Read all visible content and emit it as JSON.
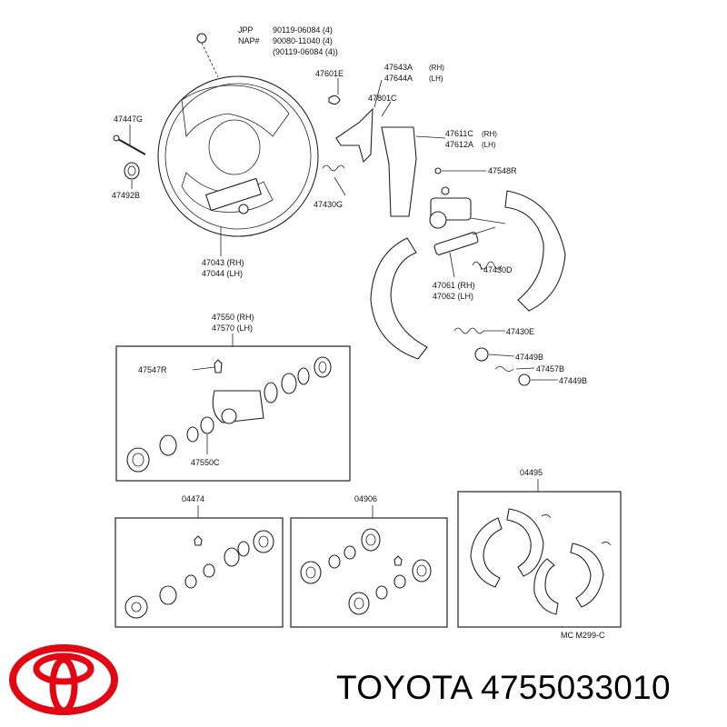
{
  "diagram": {
    "labels": {
      "jpp": "JPP",
      "jpp_num": "90119-06084 (4)",
      "nap": "NAP#",
      "nap_num": "90080-11040 (4)",
      "nap_alt": "(90119-06084 (4))",
      "p47601e": "47601E",
      "p47643a": "47643A",
      "p47643a_side": "(RH)",
      "p47644a": "47644A",
      "p47644a_side": "(LH)",
      "p47801c": "47801C",
      "p47447g": "47447G",
      "p47611c": "47611C",
      "p47611c_side": "(RH)",
      "p47612a": "47612A",
      "p47612a_side": "(LH)",
      "p47492b": "47492B",
      "p47430g": "47430G",
      "p47548r": "47548R",
      "p47043": "47043 (RH)",
      "p47044": "47044 (LH)",
      "p47430d": "47430D",
      "p47061": "47061 (RH)",
      "p47062": "47062 (LH)",
      "p47550": "47550 (RH)",
      "p47570": "47570 (LH)",
      "p47430e": "47430E",
      "p47449b_1": "47449B",
      "p47457b": "47457B",
      "p47449b_2": "47449B",
      "p47547r": "47547R",
      "p47550c": "47550C",
      "p04474": "04474",
      "p04906": "04906",
      "p04495": "04495",
      "code": "MC M299-C"
    }
  },
  "brand": {
    "name": "TOYOTA",
    "part_number": "4755033010",
    "logo_color": "#e30613"
  }
}
